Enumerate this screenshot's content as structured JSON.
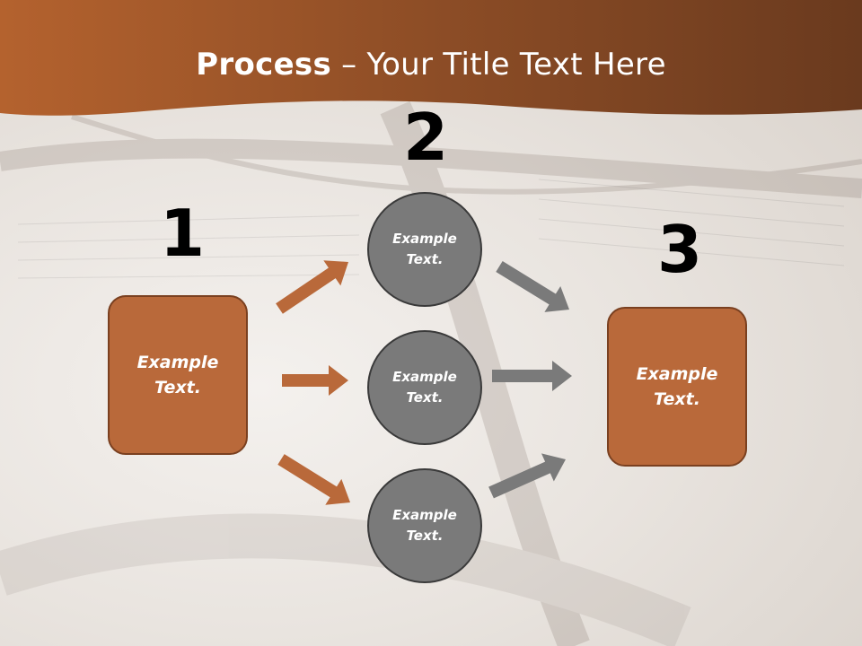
{
  "title": {
    "bold": "Process",
    "rest": " – Your Title Text Here"
  },
  "steps": {
    "one": {
      "number": "1",
      "text": "Example Text."
    },
    "two": {
      "number": "2"
    },
    "three": {
      "number": "3",
      "text": "Example Text."
    }
  },
  "circles": [
    {
      "text": "Example Text."
    },
    {
      "text": "Example Text."
    },
    {
      "text": "Example Text."
    }
  ],
  "colors": {
    "header": "#a0582c",
    "box_fill": "#b9693a",
    "box_border": "#7a4020",
    "circle_fill": "#7a7a7a",
    "circle_border": "#3a3a3a",
    "orange_arrow": "#b9693a",
    "gray_arrow": "#7a7a7a"
  }
}
